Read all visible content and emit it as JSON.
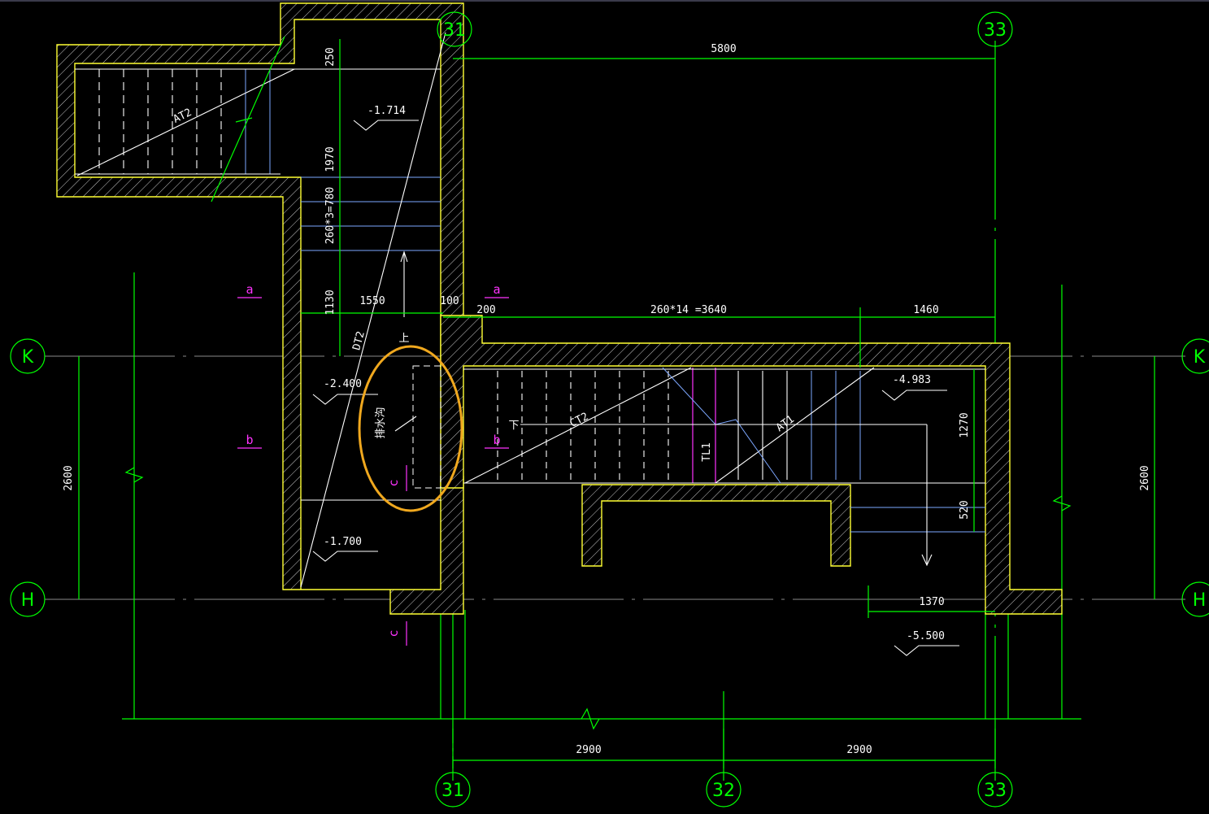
{
  "drawing": {
    "axes": {
      "col31": "31",
      "col32": "32",
      "col33": "33",
      "rowK": "K",
      "rowH": "H"
    },
    "dimensions": {
      "top_span": "5800",
      "d250": "250",
      "d1970": "1970",
      "d260x3": "260*3=780",
      "d1130": "1130",
      "d1550": "1550",
      "d100": "100",
      "d200": "200",
      "d260x14": "260*14 =3640",
      "d1460": "1460",
      "d1270": "1270",
      "d520": "520",
      "d1370": "1370",
      "left_2600": "2600",
      "right_2600": "2600",
      "bottom_left_2900": "2900",
      "bottom_right_2900": "2900"
    },
    "levels": {
      "l1714": "-1.714",
      "l2400": "-2.400",
      "l1700": "-1.700",
      "l4983": "-4.983",
      "l5500": "-5.500"
    },
    "stair_labels": {
      "at2": "AT2",
      "dt2": "DT2",
      "ct2": "CT2",
      "at1": "AT1",
      "tl1": "TL1"
    },
    "direction": {
      "up": "上",
      "down": "下"
    },
    "notes": {
      "drain": "排水沟"
    },
    "section_marks": {
      "a1": "a",
      "a2": "a",
      "b1": "b",
      "b2": "b",
      "c1": "c",
      "c2": "c"
    },
    "colors": {
      "grid": "#00ff00",
      "wall": "#ffff33",
      "annotation": "#ffffff",
      "section": "#ff33ff",
      "highlight": "#f0a81e"
    }
  }
}
